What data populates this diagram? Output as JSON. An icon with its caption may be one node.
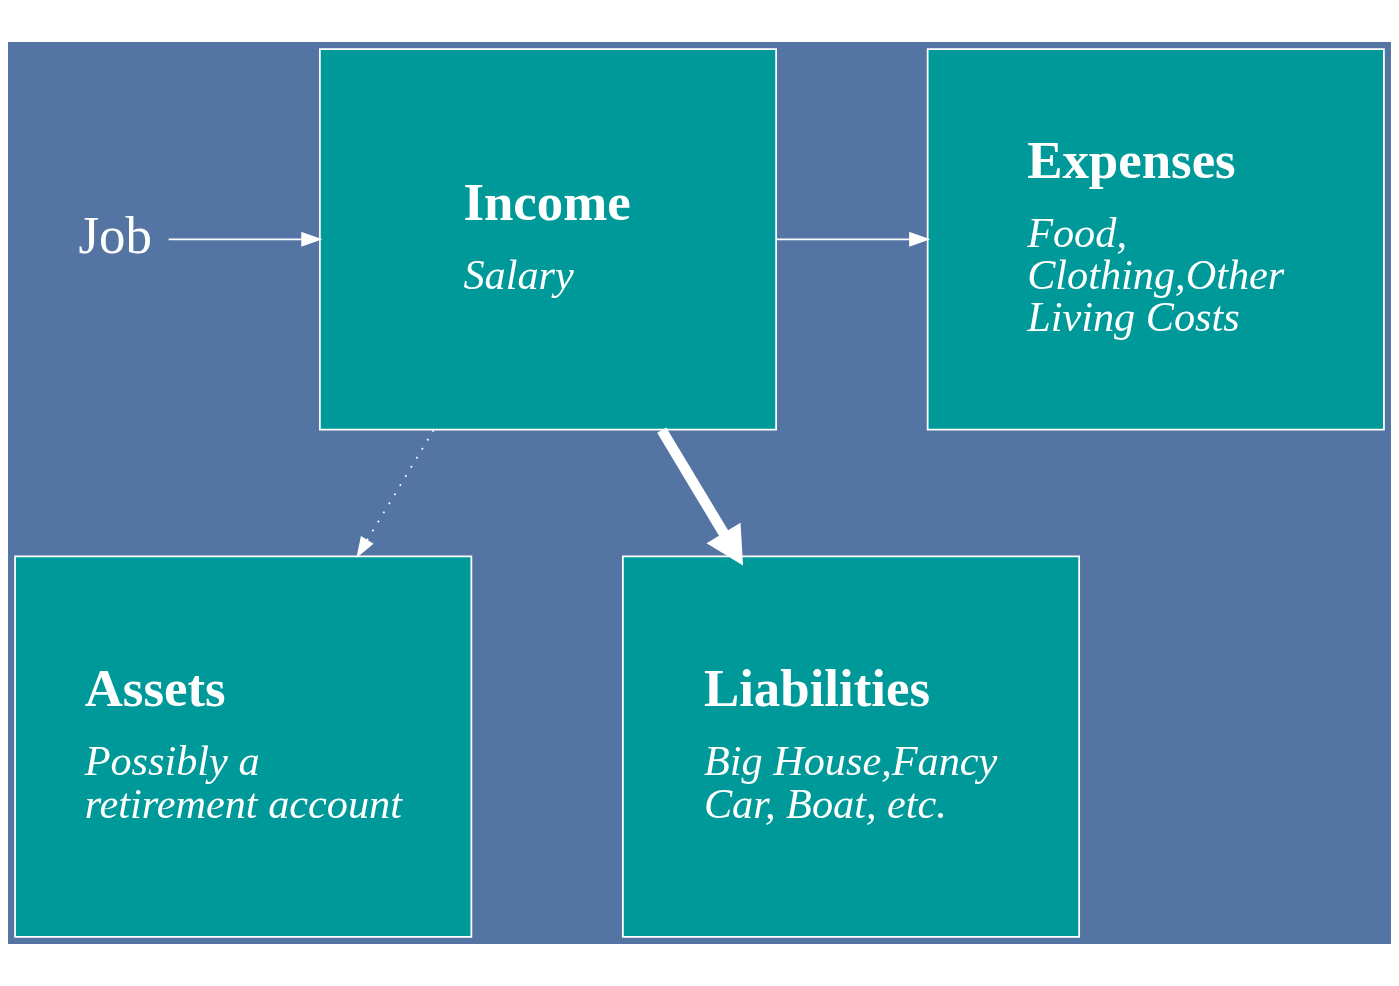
{
  "diagram": {
    "nodes": [
      {
        "text": [
          "Job"
        ]
      },
      {
        "text": [
          "Income",
          "Salary"
        ]
      },
      {
        "text": [
          "Expenses",
          "Food, Clothing,Other Living Costs"
        ]
      },
      {
        "text": [
          "Assets",
          "Possibly a retirement account"
        ]
      },
      {
        "text": [
          "Liabilities",
          "Big House,Fancy Car, Boat, etc."
        ]
      }
    ],
    "edges": [
      {
        "from": 0,
        "to": 1,
        "arrow": "to"
      },
      {
        "from": 1,
        "to": 2,
        "arrow": "to"
      },
      {
        "from": 1,
        "to": 4,
        "arrow": "to",
        "style": "thick"
      },
      {
        "from": 1,
        "to": 3,
        "arrow": "to",
        "style": "dashed"
      }
    ]
  }
}
